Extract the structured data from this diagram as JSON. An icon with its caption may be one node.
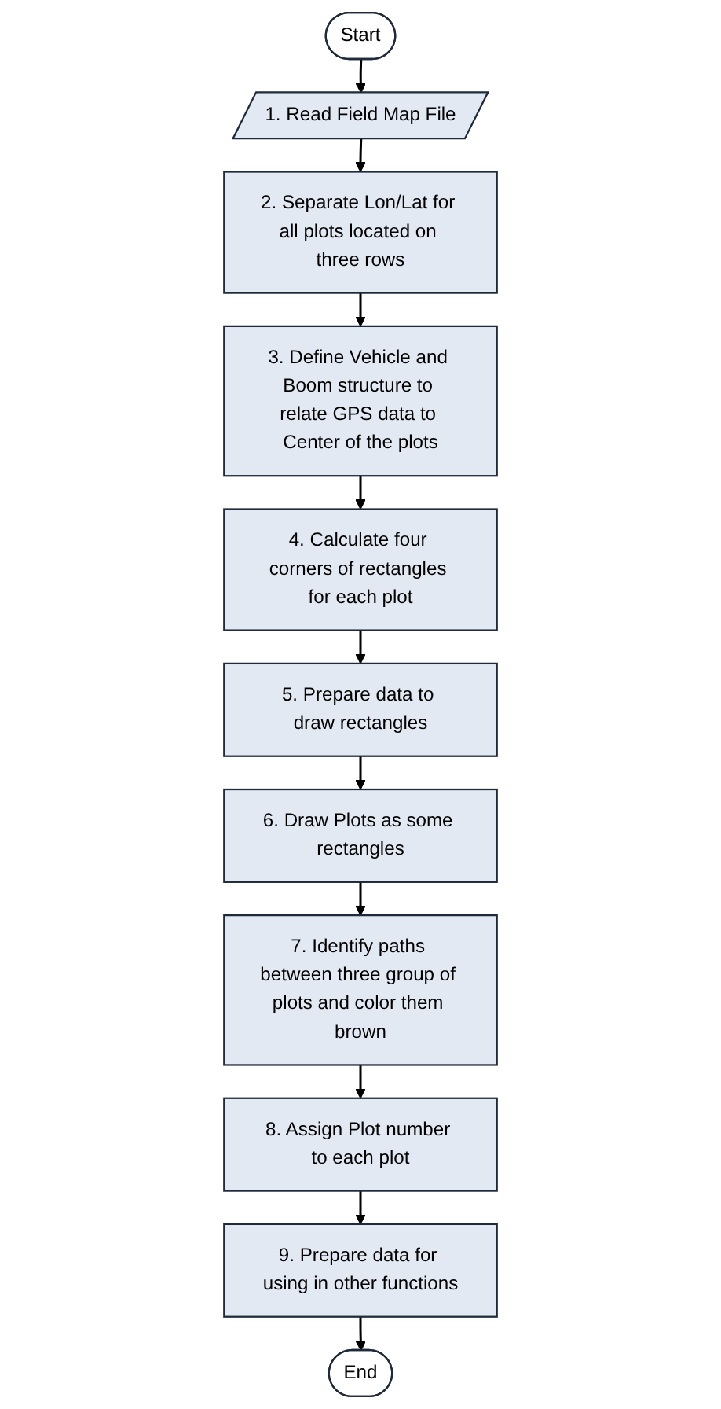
{
  "diagram": {
    "nodes": [
      {
        "text": [
          "Start"
        ]
      },
      {
        "text": [
          "1. Read Field Map File"
        ]
      },
      {
        "text": [
          "2. Separate Lon/Lat for all plots located on three rows"
        ]
      },
      {
        "text": [
          "3. Define Vehicle and Boom structure to relate GPS data to Center of the plots"
        ]
      },
      {
        "text": [
          "4. Calculate four corners of rectangles for each plot"
        ]
      },
      {
        "text": [
          "5. Prepare data to draw rectangles"
        ]
      },
      {
        "text": [
          "6. Draw Plots as some rectangles"
        ]
      },
      {
        "text": [
          "7. Identify paths between three group of plots and color them brown"
        ]
      },
      {
        "text": [
          "8. Assign Plot number to each plot"
        ]
      },
      {
        "text": [
          "9. Prepare data for using in other functions"
        ]
      },
      {
        "text": [
          "End"
        ]
      }
    ],
    "edges": [
      {
        "from": 0,
        "to": 1,
        "arrow": "to"
      },
      {
        "from": 1,
        "to": 2,
        "arrow": "to"
      },
      {
        "from": 2,
        "to": 3,
        "arrow": "to"
      },
      {
        "from": 3,
        "to": 4,
        "arrow": "to"
      },
      {
        "from": 4,
        "to": 5,
        "arrow": "to"
      },
      {
        "from": 5,
        "to": 6,
        "arrow": "to"
      },
      {
        "from": 6,
        "to": 7,
        "arrow": "to"
      },
      {
        "from": 7,
        "to": 8,
        "arrow": "to"
      },
      {
        "from": 8,
        "to": 9,
        "arrow": "to"
      },
      {
        "from": 9,
        "to": 10,
        "arrow": "to"
      }
    ]
  }
}
